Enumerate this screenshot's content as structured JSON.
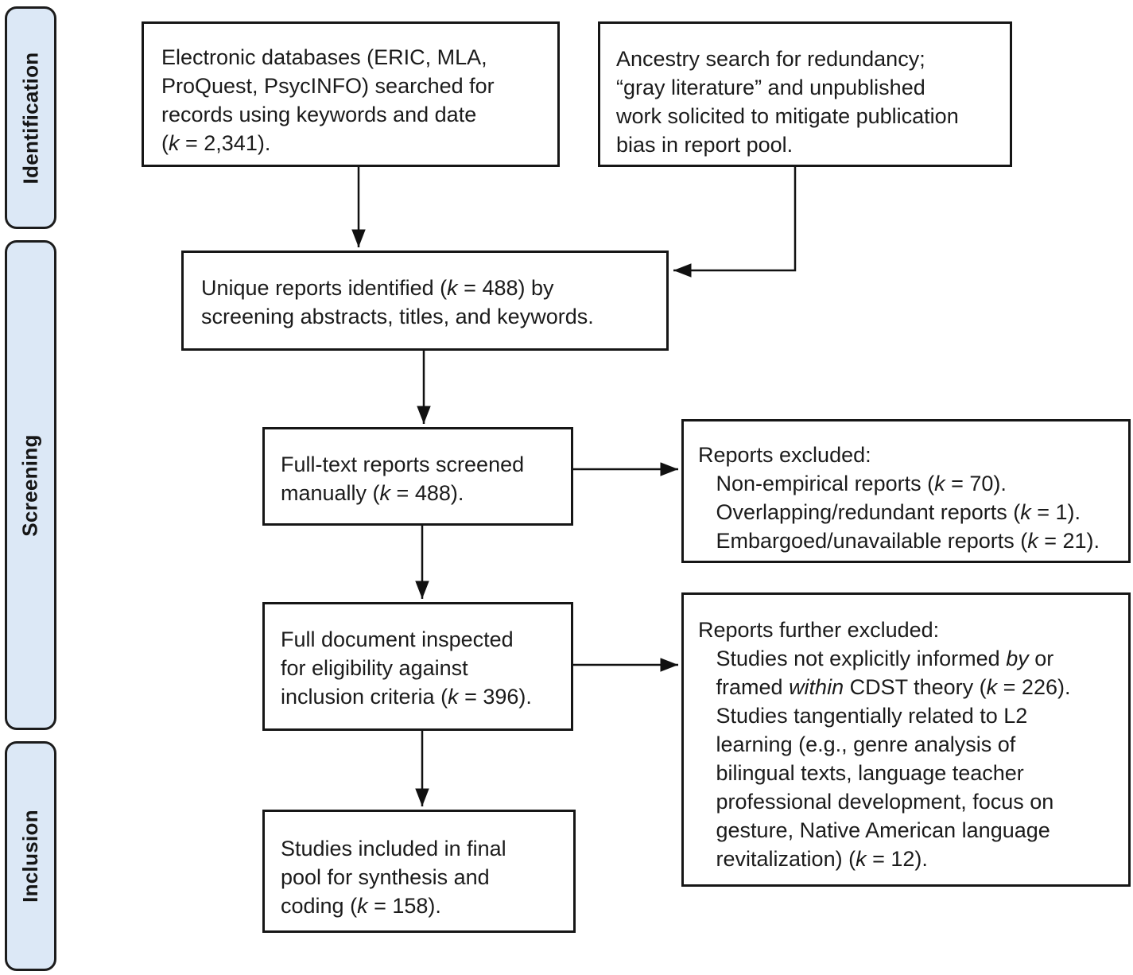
{
  "figure": {
    "type": "prisma-flow-diagram",
    "colors": {
      "stage_fill": "#dce8f6",
      "stage_border": "#1c1c1c",
      "box_border": "#161616",
      "text": "#1b1b1b",
      "arrow": "#111111",
      "background": "#ffffff"
    },
    "stage_labels": [
      {
        "id": "identification",
        "label": "Identification"
      },
      {
        "id": "screening",
        "label": "Screening"
      },
      {
        "id": "inclusion",
        "label": "Inclusion"
      }
    ],
    "boxes": {
      "electronic_databases": {
        "runs": [
          {
            "t": "Electronic databases (ERIC, MLA,\nProQuest, PsycINFO) searched for\nrecords using keywords and date\n("
          },
          {
            "t": "k",
            "i": true
          },
          {
            "t": " = 2,341)."
          }
        ],
        "k": "2,341"
      },
      "ancestry_search": {
        "runs": [
          {
            "t": "Ancestry search for redundancy;\n“gray literature” and unpublished\nwork solicited to mitigate publication\nbias in report pool."
          }
        ]
      },
      "unique_reports": {
        "runs": [
          {
            "t": "Unique reports identified ("
          },
          {
            "t": "k",
            "i": true
          },
          {
            "t": " = 488) by\nscreening abstracts, titles, and keywords."
          }
        ],
        "k": "488"
      },
      "fulltext_screened": {
        "runs": [
          {
            "t": "Full-text reports screened\nmanually ("
          },
          {
            "t": "k",
            "i": true
          },
          {
            "t": " = 488)."
          }
        ],
        "k": "488"
      },
      "reports_excluded": {
        "runs": [
          {
            "t": "Reports excluded:\n   Non-empirical reports ("
          },
          {
            "t": "k",
            "i": true
          },
          {
            "t": " = 70).\n   Overlapping/redundant reports ("
          },
          {
            "t": "k",
            "i": true
          },
          {
            "t": " = 1).\n   Embargoed/unavailable reports ("
          },
          {
            "t": "k",
            "i": true
          },
          {
            "t": " = 21)."
          }
        ],
        "k_values": [
          "70",
          "1",
          "21"
        ]
      },
      "full_document_inspected": {
        "runs": [
          {
            "t": "Full document inspected\nfor eligibility against\ninclusion criteria ("
          },
          {
            "t": "k",
            "i": true
          },
          {
            "t": " = 396)."
          }
        ],
        "k": "396"
      },
      "reports_further_excluded": {
        "runs": [
          {
            "t": "Reports further excluded:\n   Studies not explicitly informed "
          },
          {
            "t": "by",
            "i": true
          },
          {
            "t": " or\n   framed "
          },
          {
            "t": "within",
            "i": true
          },
          {
            "t": " CDST theory ("
          },
          {
            "t": "k",
            "i": true
          },
          {
            "t": " = 226).\n   Studies tangentially related to L2\n   learning (e.g., genre analysis of\n   bilingual texts, language teacher\n   professional development, focus on\n   gesture, Native American language\n   revitalization) ("
          },
          {
            "t": "k",
            "i": true
          },
          {
            "t": " = 12)."
          }
        ],
        "k_values": [
          "226",
          "12"
        ]
      },
      "studies_included": {
        "runs": [
          {
            "t": "Studies included in final\npool for synthesis and\ncoding ("
          },
          {
            "t": "k",
            "i": true
          },
          {
            "t": " = 158)."
          }
        ],
        "k": "158"
      }
    }
  }
}
